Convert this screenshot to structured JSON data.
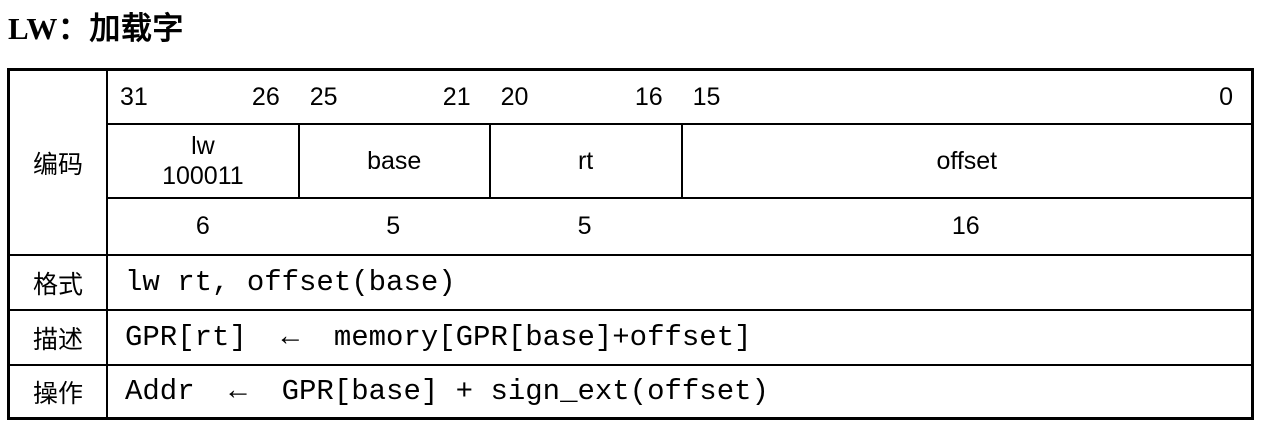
{
  "title": "LW：加载字",
  "table": {
    "encoding": {
      "label": "编码",
      "fields": [
        {
          "bit_hi": "31",
          "bit_lo": "26",
          "name": "lw",
          "code": "100011",
          "width": "6"
        },
        {
          "bit_hi": "25",
          "bit_lo": "21",
          "name": "base",
          "width": "5"
        },
        {
          "bit_hi": "20",
          "bit_lo": "16",
          "name": "rt",
          "width": "5"
        },
        {
          "bit_hi": "15",
          "bit_lo": "0",
          "name": "offset",
          "width": "16"
        }
      ]
    },
    "format": {
      "label": "格式",
      "text": "lw rt, offset(base)"
    },
    "description": {
      "label": "描述",
      "text": "GPR[rt]  ←  memory[GPR[base]+offset]"
    },
    "operation": {
      "label": "操作",
      "text": "Addr  ←  GPR[base] + sign_ext(offset)"
    }
  }
}
